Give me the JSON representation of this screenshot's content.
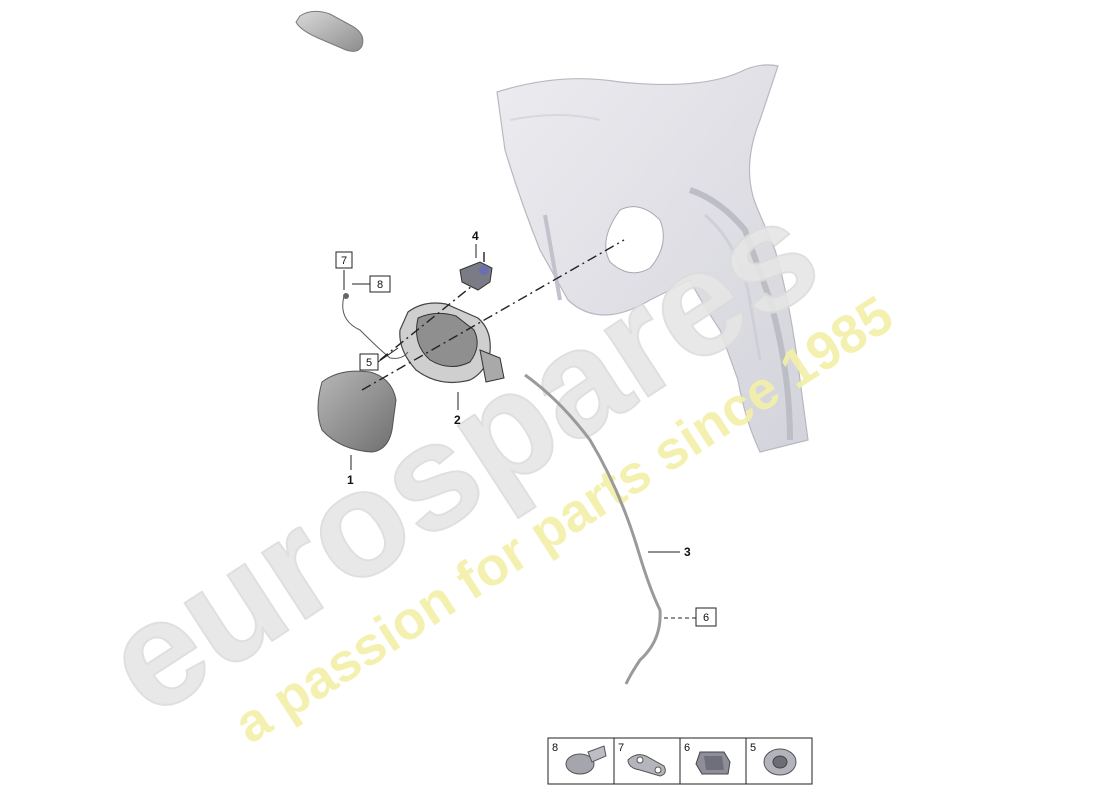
{
  "watermark": {
    "brand": "eurospares",
    "tagline": "a passion for parts since 1985",
    "brand_color": "#e9e9e9",
    "tagline_color": "#f3f0a8"
  },
  "callouts": {
    "part_1": "1",
    "part_2": "2",
    "part_3": "3",
    "part_4": "4",
    "part_5": "5",
    "part_6": "6",
    "part_7": "7",
    "part_8": "8"
  },
  "legend": [
    "8",
    "7",
    "6",
    "5"
  ],
  "colors": {
    "panel": "#e4e4ea",
    "panel_shadow": "#c9c9d1",
    "part_grey": "#9a9a9a",
    "line": "#222222"
  }
}
